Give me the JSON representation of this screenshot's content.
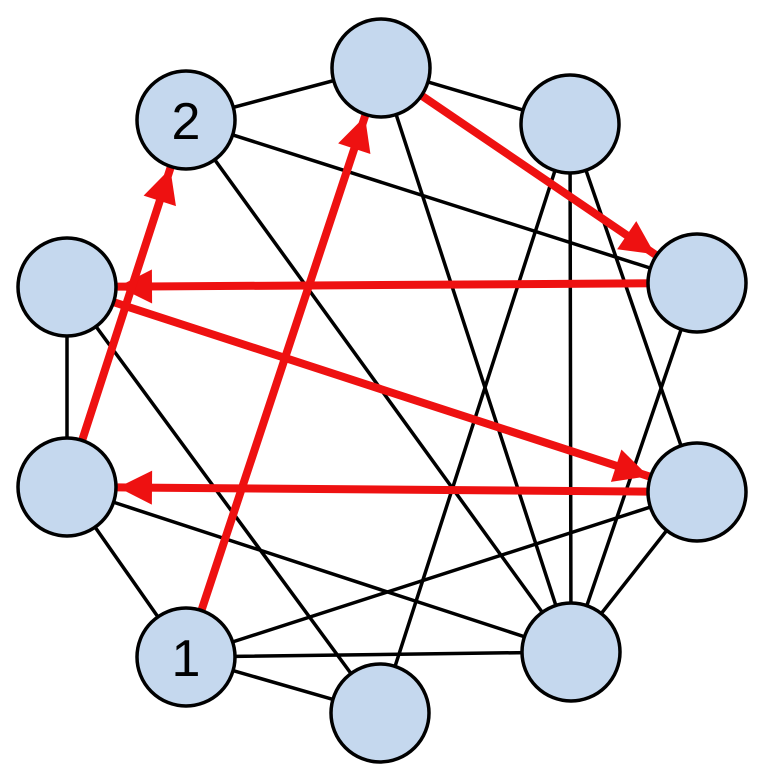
{
  "diagram": {
    "colors": {
      "background": "#ffffff",
      "node_fill": "#c5d8ee",
      "node_stroke": "#000000",
      "edge": "#000000",
      "path": "#ee1111"
    },
    "nodes": [
      {
        "id": "n0",
        "label": ""
      },
      {
        "id": "n1",
        "label": ""
      },
      {
        "id": "n2",
        "label": ""
      },
      {
        "id": "n3",
        "label": ""
      },
      {
        "id": "n4",
        "label": ""
      },
      {
        "id": "n5",
        "label": ""
      },
      {
        "id": "n6",
        "label": "1"
      },
      {
        "id": "n7",
        "label": ""
      },
      {
        "id": "n8",
        "label": ""
      },
      {
        "id": "n9",
        "label": "2"
      }
    ],
    "edges": [
      [
        "n0",
        "n1"
      ],
      [
        "n1",
        "n3"
      ],
      [
        "n3",
        "n5"
      ],
      [
        "n5",
        "n4"
      ],
      [
        "n4",
        "n7"
      ],
      [
        "n7",
        "n6"
      ],
      [
        "n6",
        "n5"
      ],
      [
        "n6",
        "n8"
      ],
      [
        "n8",
        "n3"
      ],
      [
        "n8",
        "n9"
      ],
      [
        "n9",
        "n0"
      ],
      [
        "n0",
        "n8"
      ],
      [
        "n0",
        "n2"
      ],
      [
        "n2",
        "n9"
      ],
      [
        "n1",
        "n7"
      ],
      [
        "n1",
        "n8"
      ],
      [
        "n5",
        "n8"
      ],
      [
        "n4",
        "n2"
      ],
      [
        "n8",
        "n2"
      ],
      [
        "n6",
        "n3"
      ]
    ],
    "path": [
      "n6",
      "n0",
      "n2",
      "n4",
      "n3",
      "n5",
      "n9"
    ]
  }
}
